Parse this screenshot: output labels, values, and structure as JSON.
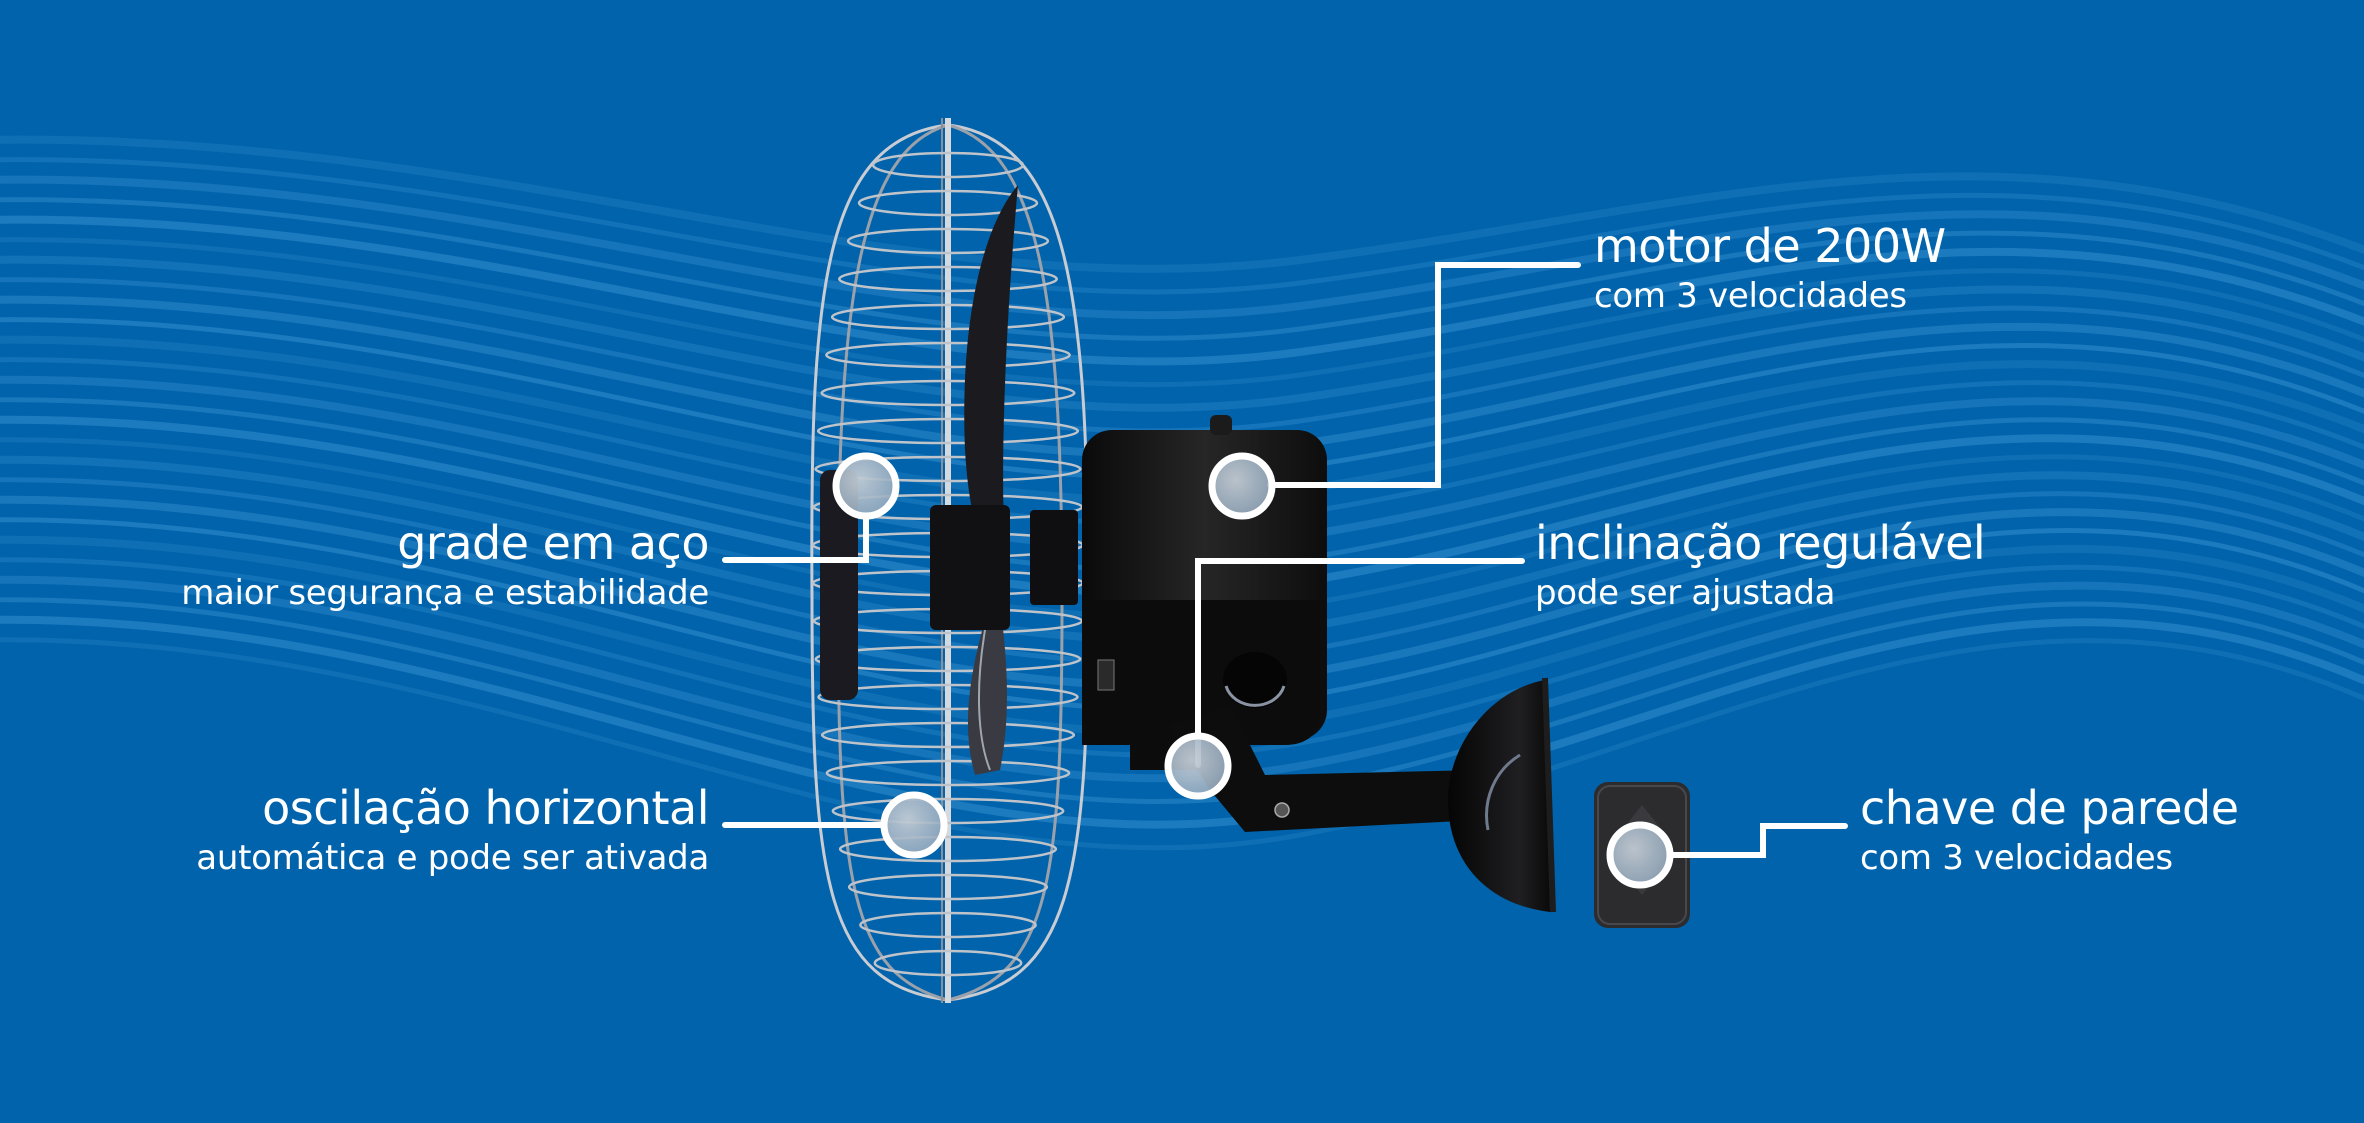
{
  "colors": {
    "background": "#0163ab",
    "wave": "#2a86c9",
    "text": "#ffffff",
    "callout_line": "#ffffff",
    "fan_body": "#141414",
    "cage": "#c9ccd2"
  },
  "callouts": [
    {
      "id": "motor",
      "title": "motor de 200W",
      "subtitle": "com 3 velocidades"
    },
    {
      "id": "grade",
      "title": "grade em aço",
      "subtitle": "maior segurança e estabilidade"
    },
    {
      "id": "inclinacao",
      "title": "inclinação regulável",
      "subtitle": "pode ser ajustada"
    },
    {
      "id": "oscilacao",
      "title": "oscilação horizontal",
      "subtitle": "automática e pode ser ativada"
    },
    {
      "id": "chave",
      "title": "chave de parede",
      "subtitle": "com 3 velocidades"
    }
  ]
}
